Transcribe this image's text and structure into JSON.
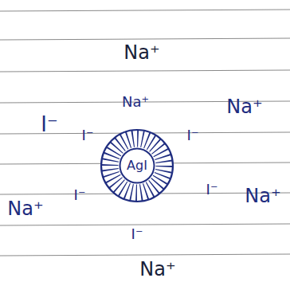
{
  "diagram": {
    "nodes": [
      {
        "text": [
          "AgI"
        ]
      }
    ],
    "labels": [
      "Na⁺",
      "I⁻",
      "Na⁺",
      "Na⁺",
      "I⁻",
      "I⁻",
      "I⁻",
      "I⁻",
      "Na⁺",
      "Na⁺",
      "I⁻",
      "Na⁺"
    ]
  }
}
